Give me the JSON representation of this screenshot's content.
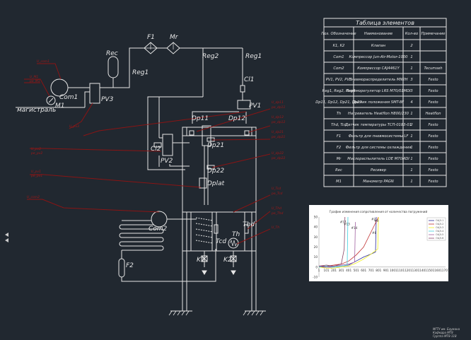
{
  "labels": {
    "main_line": "магистраль",
    "com1": "Com1",
    "com2": "Com2",
    "m1": "M1",
    "pv1": "PV1",
    "pv2": "PV2",
    "pv3": "PV3",
    "rec": "Rec",
    "reg1_left": "Reg1",
    "reg1_right": "Reg1",
    "reg2": "Reg2",
    "f1": "F1",
    "f2": "F2",
    "mr": "Mr",
    "cl1": "Cl1",
    "cl2": "Cl2",
    "dp11": "Dp11",
    "dp12": "Dp12",
    "dp21": "Dp21",
    "dp22": "Dp22",
    "dplat": "Dplat",
    "tcd": "Tcd",
    "thd": "Thd",
    "th": "Th",
    "k1": "K1",
    "k2": "K2",
    "w": "W"
  },
  "signal_tags": {
    "u_com1": "U_com1",
    "u_m1": "U_M1",
    "pe_m1": "pe_M1",
    "u_pv3": "U_pv3",
    "u_pv2": "U_pv2",
    "pe_pv2": "pe_pv2",
    "u_pv1": "U_pv1",
    "pe_pv1": "pe_pv1",
    "u_com2": "U_com2",
    "u_dp11": "U_dp11",
    "pe_dp11": "pe_dp11",
    "u_dp12": "U_dp12",
    "pe_dp12": "pe_dp12",
    "u_dp21": "U_dp21",
    "pe_dp21": "pe_dp21",
    "u_dp22": "U_dp22",
    "pe_dp22": "pe_dp22",
    "u_tcd": "U_Tcd",
    "pe_tcd": "pe_Tcd",
    "u_thd": "U_Thd",
    "pe_thd": "pe_Thd",
    "u_th": "U_Th"
  },
  "elements_table": {
    "title": "Таблица элементов",
    "headers": [
      "Поз. Обозначение",
      "Наименование",
      "Кол-во",
      "Примечание"
    ],
    "rows": [
      [
        "K1, K2",
        "Клапан",
        "2",
        ""
      ],
      [
        "Com1",
        "Компрессор Jun-Air-Motor-1000",
        "1",
        ""
      ],
      [
        "Com2",
        "Компрессор CAJ4461Y",
        "1",
        "Tecumseh"
      ],
      [
        "PV1, PV2, PV3",
        "Пневмораспределитель MN2H",
        "3",
        "Festo"
      ],
      [
        "Reg1, Reg2, Reg3",
        "Пневморегулятор LRS M70/01MDI",
        "3",
        "Festo"
      ],
      [
        "Dp11, Dp12, Dp21, Dp22",
        "Датчик положения SMT-8F",
        "4",
        "Festo"
      ],
      [
        "Th",
        "Нагреватель Heatflon H800/230",
        "1",
        "Heatflon"
      ],
      [
        "Thd, Tcd",
        "Датчик температуры TCП-0183-01",
        "2",
        "Festo"
      ],
      [
        "F1",
        "Фильтр для пневмосистемы LF",
        "1",
        "Festo"
      ],
      [
        "F2",
        "Фильтр для системы охлаждения",
        "1",
        "Festo"
      ],
      [
        "Mr",
        "Маслораспылитель LOE M70MDI",
        "1",
        "Festo"
      ],
      [
        "Rec",
        "Ресивер",
        "1",
        "Festo"
      ],
      [
        "M1",
        "Манометр PAGN",
        "1",
        "Festo"
      ]
    ]
  },
  "chart_data": {
    "type": "line",
    "title": "График изменения сопротивления от количества погружений",
    "xlabel": "",
    "ylabel": "",
    "ylim": [
      -10,
      50
    ],
    "yticks": [
      -10,
      0,
      10,
      20,
      30,
      40,
      50
    ],
    "xlim": [
      1,
      1700
    ],
    "xticks": [
      "1",
      "101",
      "201",
      "301",
      "401",
      "501",
      "601",
      "701",
      "801",
      "901",
      "1001",
      "1101",
      "1201",
      "1301",
      "1401",
      "1501",
      "1601",
      "1701"
    ],
    "grid": false,
    "legend": "top-right",
    "series": [
      {
        "name": "ОЦЭ-1",
        "color": "#2a2a9a",
        "x": [
          1,
          100,
          200,
          300,
          400,
          450,
          500,
          600,
          700,
          760,
          770
        ],
        "y": [
          0,
          0,
          0,
          1,
          2,
          4,
          6,
          10,
          13,
          15,
          50
        ]
      },
      {
        "name": "ОЦЭ-2",
        "color": "#c03030",
        "x": [
          1,
          100,
          200,
          300,
          400,
          500,
          600,
          700,
          800
        ],
        "y": [
          1,
          1,
          2,
          3,
          6,
          12,
          20,
          35,
          50
        ]
      },
      {
        "name": "ОЦЭ-3",
        "color": "#f0f020",
        "x": [
          1,
          100,
          200,
          300,
          400,
          500,
          600,
          700,
          790,
          800
        ],
        "y": [
          0,
          -1,
          -1,
          0,
          1,
          4,
          8,
          13,
          18,
          50
        ]
      },
      {
        "name": "ОЦЭ-4",
        "color": "#40d0e0",
        "x": [
          1,
          100,
          200,
          300,
          380,
          390
        ],
        "y": [
          0,
          1,
          0,
          1,
          2,
          50
        ]
      },
      {
        "name": "ОЦЭ-5",
        "color": "#a060a0",
        "x": [
          1,
          100,
          200,
          300,
          400,
          480,
          490
        ],
        "y": [
          1,
          0,
          1,
          2,
          3,
          5,
          45
        ]
      },
      {
        "name": "ОЦЭ-6",
        "color": "#884466",
        "x": [
          1,
          100,
          200,
          300,
          340,
          350
        ],
        "y": [
          1,
          2,
          1,
          3,
          18,
          50
        ]
      }
    ],
    "annotations": [
      "#17",
      "#13",
      "#14",
      "#2",
      "#8",
      "#9"
    ]
  },
  "stamp": [
    "МГТУ им. Баумана",
    "Кафедра МТ8",
    "Группа МТ8-118"
  ]
}
